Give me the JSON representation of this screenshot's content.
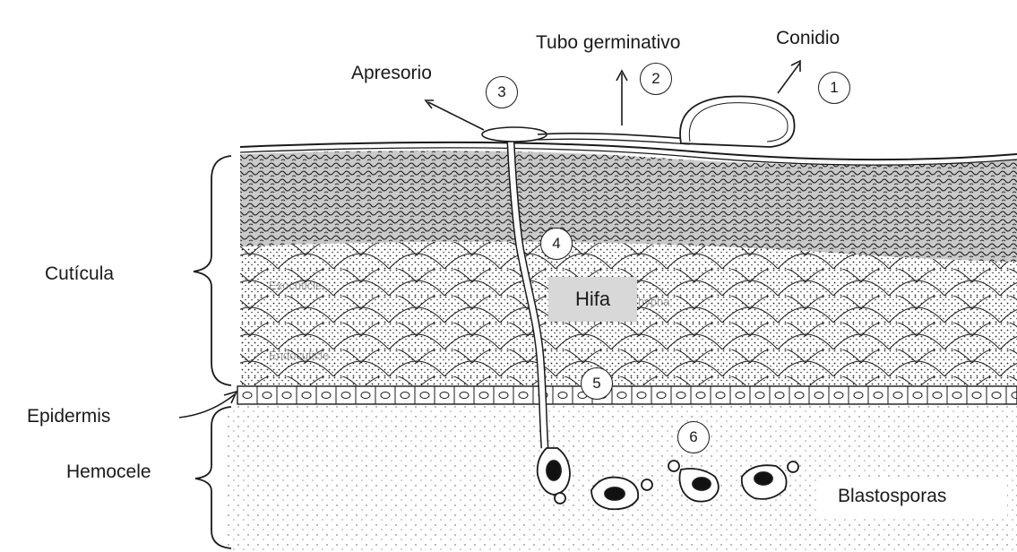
{
  "labels": {
    "conidio": "Conidio",
    "tubo_germinativo": "Tubo germinativo",
    "apresorio": "Apresorio",
    "cuticula": "Cutícula",
    "hifa": "Hifa",
    "epidermis": "Epidermis",
    "hemocele": "Hemocele",
    "blastosporas": "Blastosporas"
  },
  "steps": [
    "1",
    "2",
    "3",
    "4",
    "5",
    "6"
  ],
  "faint_labels": {
    "exocuticle": "Exocuticle",
    "endocuticle": "Endocuticle",
    "hypha": "hypha"
  }
}
